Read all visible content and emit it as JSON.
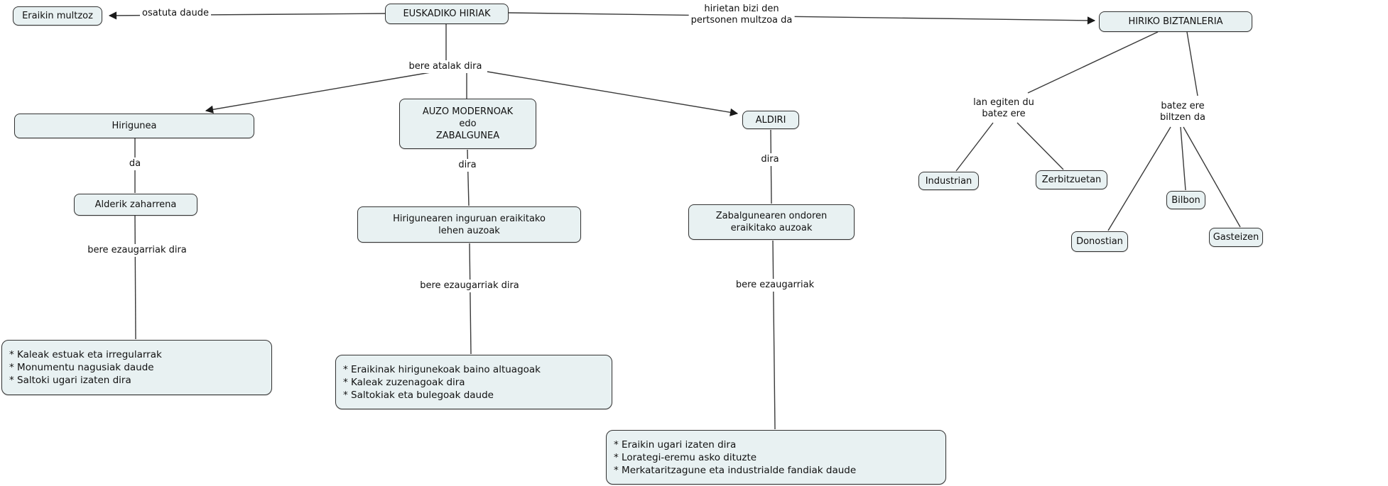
{
  "diagram": {
    "title": "Concept map about Basque cities (Euskadiko hiriak)",
    "colors": {
      "node_fill": "#e8f1f2",
      "node_border": "#333333",
      "line": "#3a3a3a",
      "text": "#111111",
      "background": "#ffffff"
    }
  },
  "nodes": {
    "eraikin_multzoz": {
      "label": "Eraikin multzoz"
    },
    "euskadiko_hiriak": {
      "label": "EUSKADIKO HIRIAK"
    },
    "hiriko_biztanleria": {
      "label": "HIRIKO BIZTANLERIA"
    },
    "hirigunea": {
      "label": "Hirigunea"
    },
    "alderik_zaharrena": {
      "label": "Alderik zaharrena"
    },
    "auzo_modernoak": {
      "label_lines": [
        "AUZO MODERNOAK",
        "edo",
        "ZABALGUNEA"
      ]
    },
    "aldiri": {
      "label": "ALDIRI"
    },
    "hirigunearen_auzoak": {
      "label_lines": [
        "Hirigunearen inguruan eraikitako",
        "lehen auzoak"
      ]
    },
    "zabalgunearen_auzoak": {
      "label_lines": [
        "Zabalgunearen ondoren",
        "eraikitako auzoak"
      ]
    },
    "industrian": {
      "label": "Industrian"
    },
    "zerbitzuetan": {
      "label": "Zerbitzuetan"
    },
    "bilbon": {
      "label": "Bilbon"
    },
    "donostian": {
      "label": "Donostian"
    },
    "gasteizen": {
      "label": "Gasteizen"
    },
    "hirigunea_features": {
      "items": [
        "* Kaleak estuak eta irregularrak",
        "* Monumentu nagusiak daude",
        "* Saltoki ugari izaten dira"
      ]
    },
    "auzo_features": {
      "items": [
        "* Eraikinak hirigunekoak baino altuagoak",
        "* Kaleak zuzenagoak dira",
        "* Saltokiak eta bulegoak daude"
      ]
    },
    "aldiri_features": {
      "items": [
        "* Eraikin ugari izaten dira",
        "* Lorategi-eremu asko dituzte",
        "* Merkataritzagune eta industrialde fandiak daude"
      ]
    }
  },
  "link_labels": {
    "osatuta_daude": "osatuta daude",
    "hirietan_bizi": {
      "line1": "hirietan bizi den",
      "line2": "pertsonen multzoa da"
    },
    "bere_atalak_dira": "bere atalak dira",
    "da": "da",
    "dira_auzo": "dira",
    "dira_aldiri": "dira",
    "ezaugarriak_hirigunea": "bere ezaugarriak dira",
    "ezaugarriak_auzo": "bere ezaugarriak dira",
    "ezaugarriak_aldiri": "bere ezaugarriak",
    "lan_egiten": {
      "line1": "lan egiten du",
      "line2": "batez ere"
    },
    "batez_ere": {
      "line1": "batez ere",
      "line2": "biltzen da"
    }
  }
}
